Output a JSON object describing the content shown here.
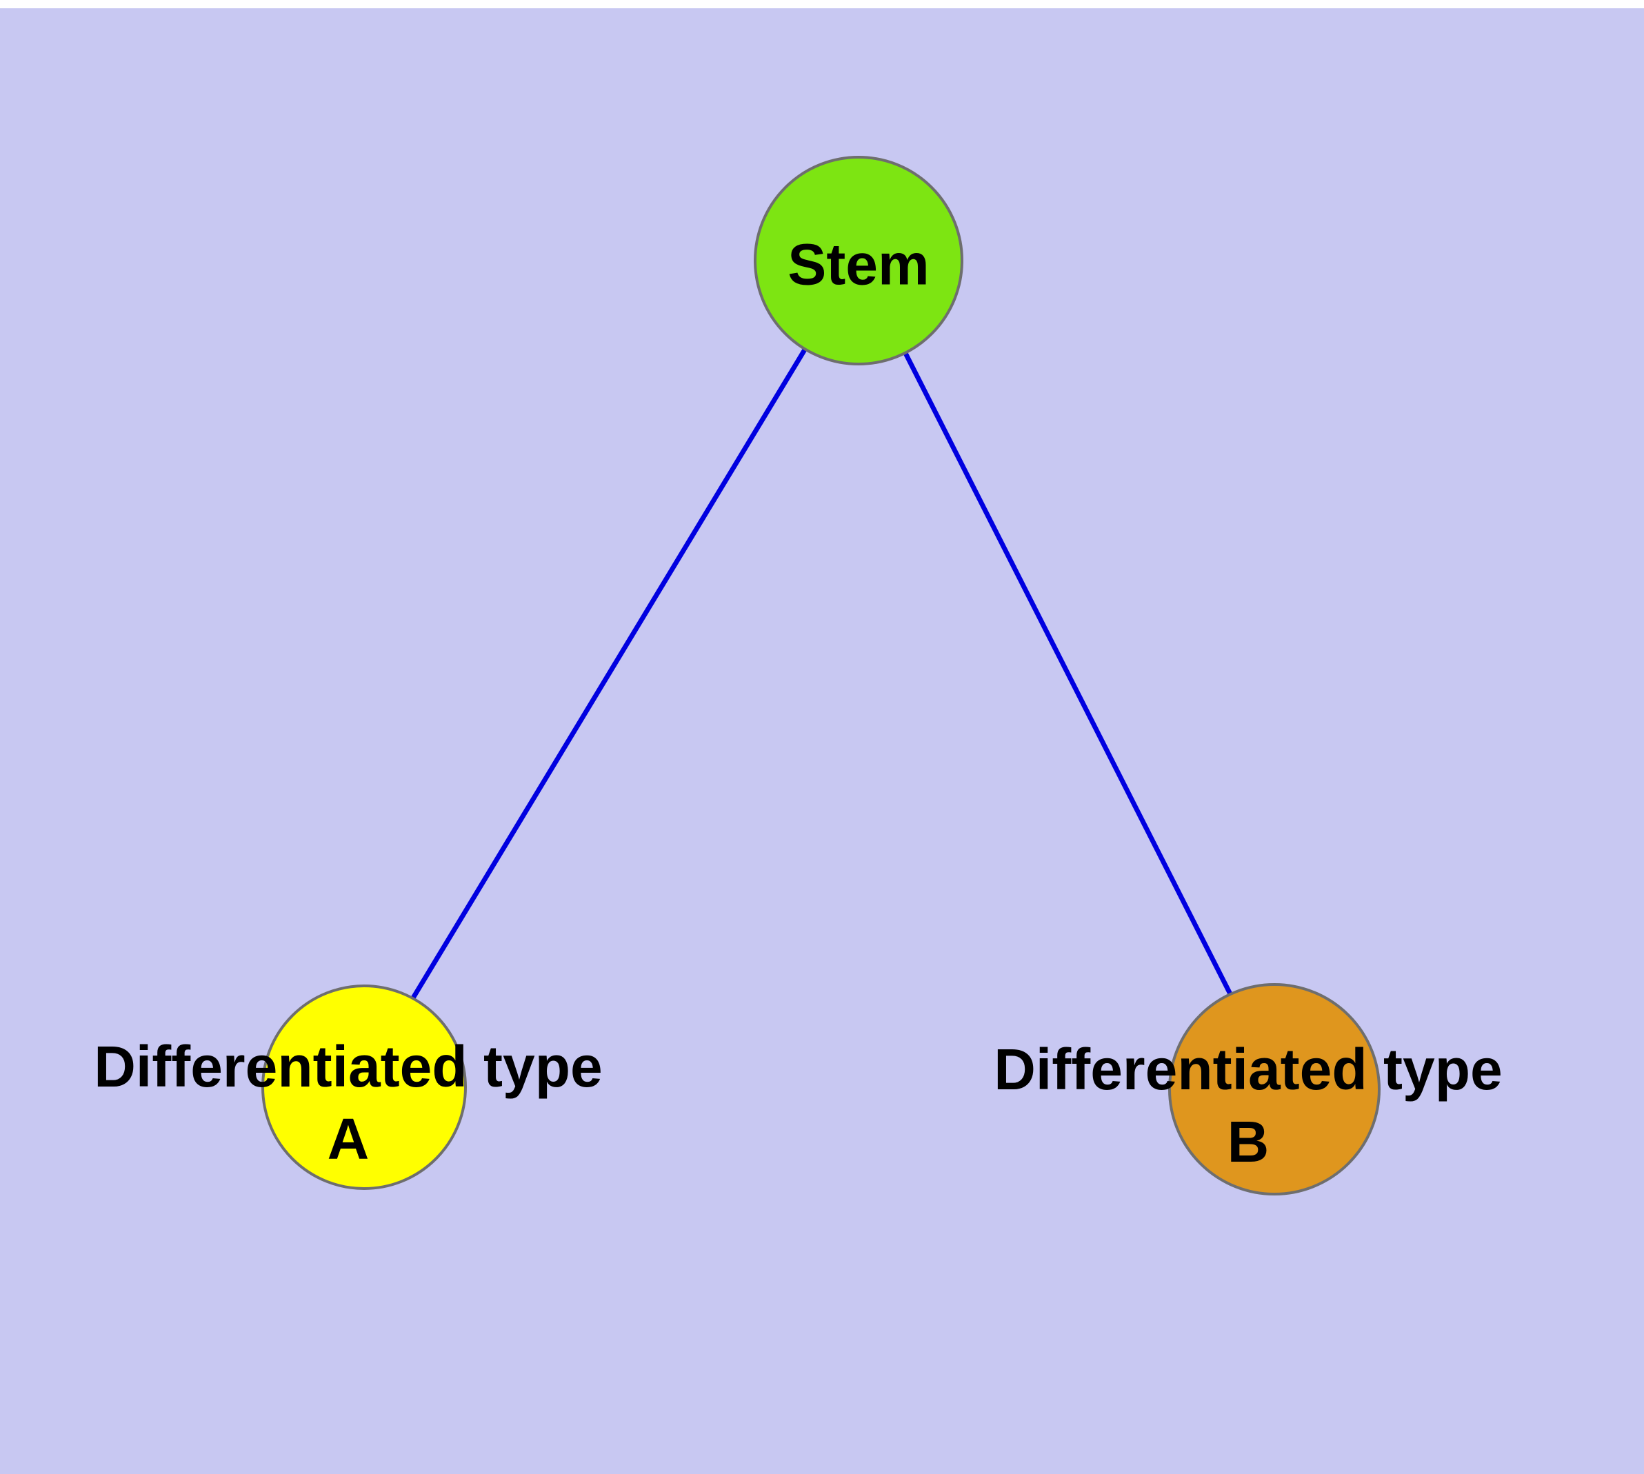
{
  "diagram": {
    "background": "#c8c8f2",
    "edge_color": "#0000e0",
    "nodes": [
      {
        "id": "stem",
        "label": "Stem",
        "color": "#7de512",
        "border": "#6e6e6e"
      },
      {
        "id": "differentiated-type-a",
        "label": "Differentiated type A",
        "color": "#ffff00",
        "border": "#6e6e6e"
      },
      {
        "id": "differentiated-type-b",
        "label": "Differentiated type B",
        "color": "#df961e",
        "border": "#6e6e6e"
      }
    ],
    "edges": [
      {
        "from": "stem",
        "to": "differentiated-type-a"
      },
      {
        "from": "stem",
        "to": "differentiated-type-b"
      }
    ]
  }
}
